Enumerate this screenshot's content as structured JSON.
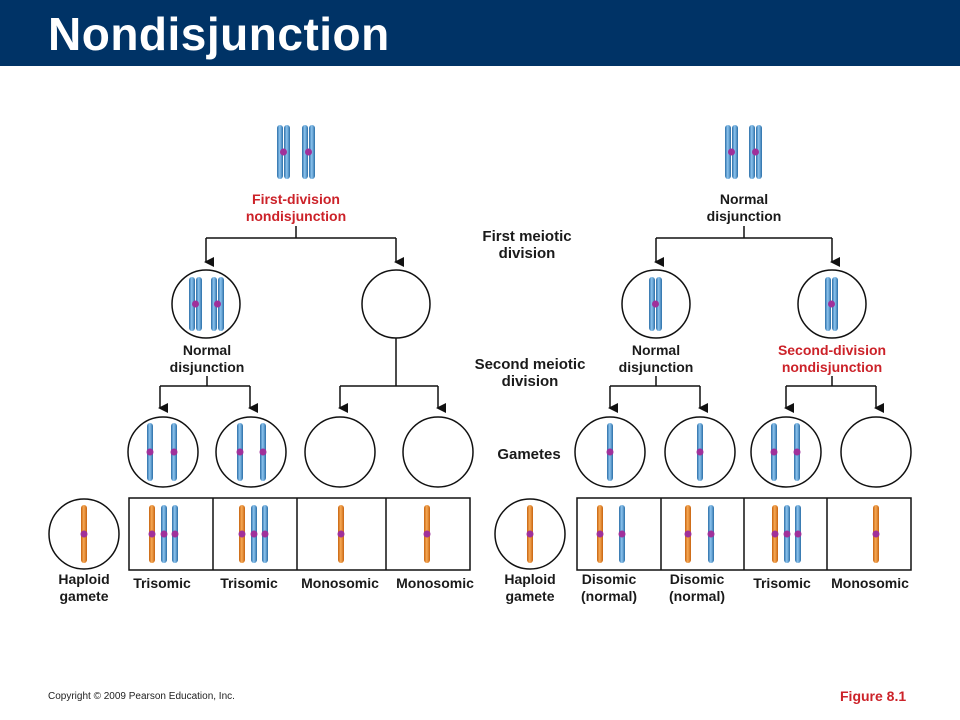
{
  "header": {
    "title": "Nondisjunction"
  },
  "colors": {
    "header_bg": "#003366",
    "highlight_red": "#cc2229",
    "chromosome_blue": "#4a90c8",
    "chromosome_orange": "#e8801e",
    "centromere": "#a0309a"
  },
  "middle_labels": {
    "first_meiotic": [
      "First meiotic",
      "division"
    ],
    "second_meiotic": [
      "Second meiotic",
      "division"
    ],
    "gametes": "Gametes"
  },
  "left_branch": {
    "first_label": [
      "First-division",
      "nondisjunction"
    ],
    "second_label": [
      "Normal",
      "disjunction"
    ],
    "haploid_label": [
      "Haploid",
      "gamete"
    ],
    "outcomes": [
      "Trisomic",
      "Trisomic",
      "Monosomic",
      "Monosomic"
    ]
  },
  "right_branch": {
    "first_label": [
      "Normal",
      "disjunction"
    ],
    "second_left_label": [
      "Normal",
      "disjunction"
    ],
    "second_right_label": [
      "Second-division",
      "nondisjunction"
    ],
    "haploid_label": [
      "Haploid",
      "gamete"
    ],
    "outcomes": [
      [
        "Disomic",
        "(normal)"
      ],
      [
        "Disomic",
        "(normal)"
      ],
      [
        "Trisomic"
      ],
      [
        "Monosomic"
      ]
    ]
  },
  "footer": {
    "copyright": "Copyright © 2009 Pearson Education, Inc.",
    "figure": "Figure 8.1"
  }
}
